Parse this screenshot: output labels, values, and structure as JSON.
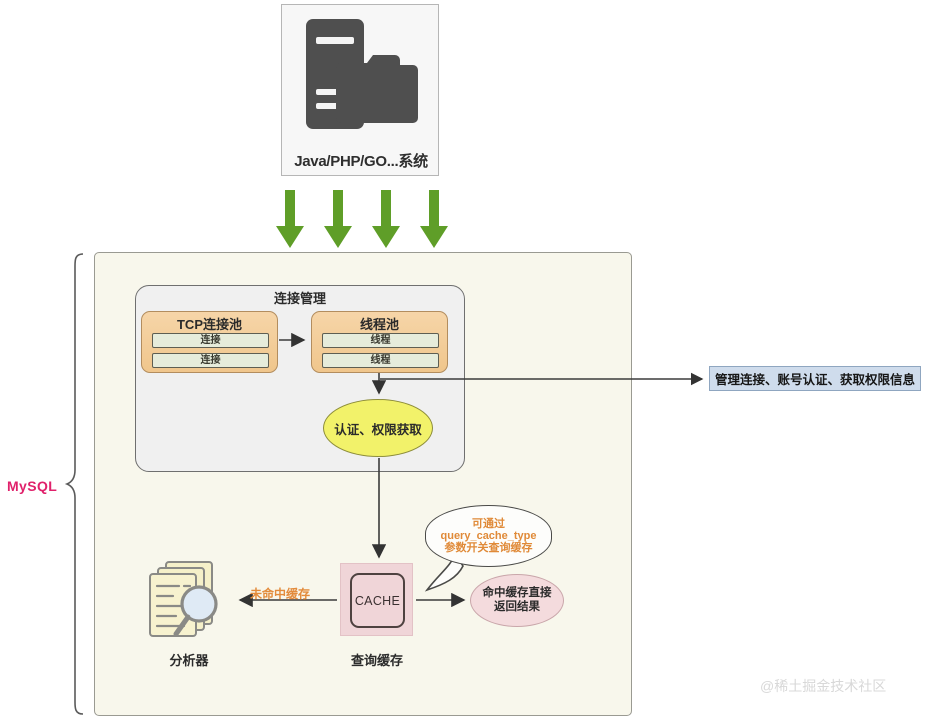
{
  "client": {
    "label": "Java/PHP/GO...系统",
    "icon": "server-folder-icon"
  },
  "arrows": {
    "down_arrow_icon": "green-down-arrow-icon",
    "count": 4,
    "color": "#5f9e28"
  },
  "mysql": {
    "label": "MySQL",
    "label_color": "#e0216b",
    "brace_icon": "curly-brace-icon",
    "panel_background": "#f8f7ec"
  },
  "connection_management": {
    "title": "连接管理",
    "tcp_pool": {
      "title": "TCP连接池",
      "items": [
        "连接",
        "连接"
      ]
    },
    "thread_pool": {
      "title": "线程池",
      "items": [
        "线程",
        "线程"
      ]
    },
    "auth": {
      "label": "认证、权限获取",
      "color": "#f2f26a"
    }
  },
  "right_note": {
    "text": "管理连接、账号认证、获取权限信息",
    "background": "#cfdcec"
  },
  "cache": {
    "box_text": "CACHE",
    "label": "查询缓存",
    "background": "#f0d5d8"
  },
  "analyzer": {
    "label": "分析器",
    "icon": "document-magnifier-icon"
  },
  "edges": {
    "miss_cache_label": "未命中缓存",
    "miss_cache_color": "#e38b3b"
  },
  "bubble": {
    "lines": [
      "可通过",
      "query_cache_type",
      "参数开关查询缓存"
    ],
    "text_color": "#e08a38"
  },
  "hit_result": {
    "lines": [
      "命中缓存直接",
      "返回结果"
    ],
    "background": "#f4dbdd"
  },
  "watermark": {
    "text": "@稀土掘金技术社区"
  }
}
